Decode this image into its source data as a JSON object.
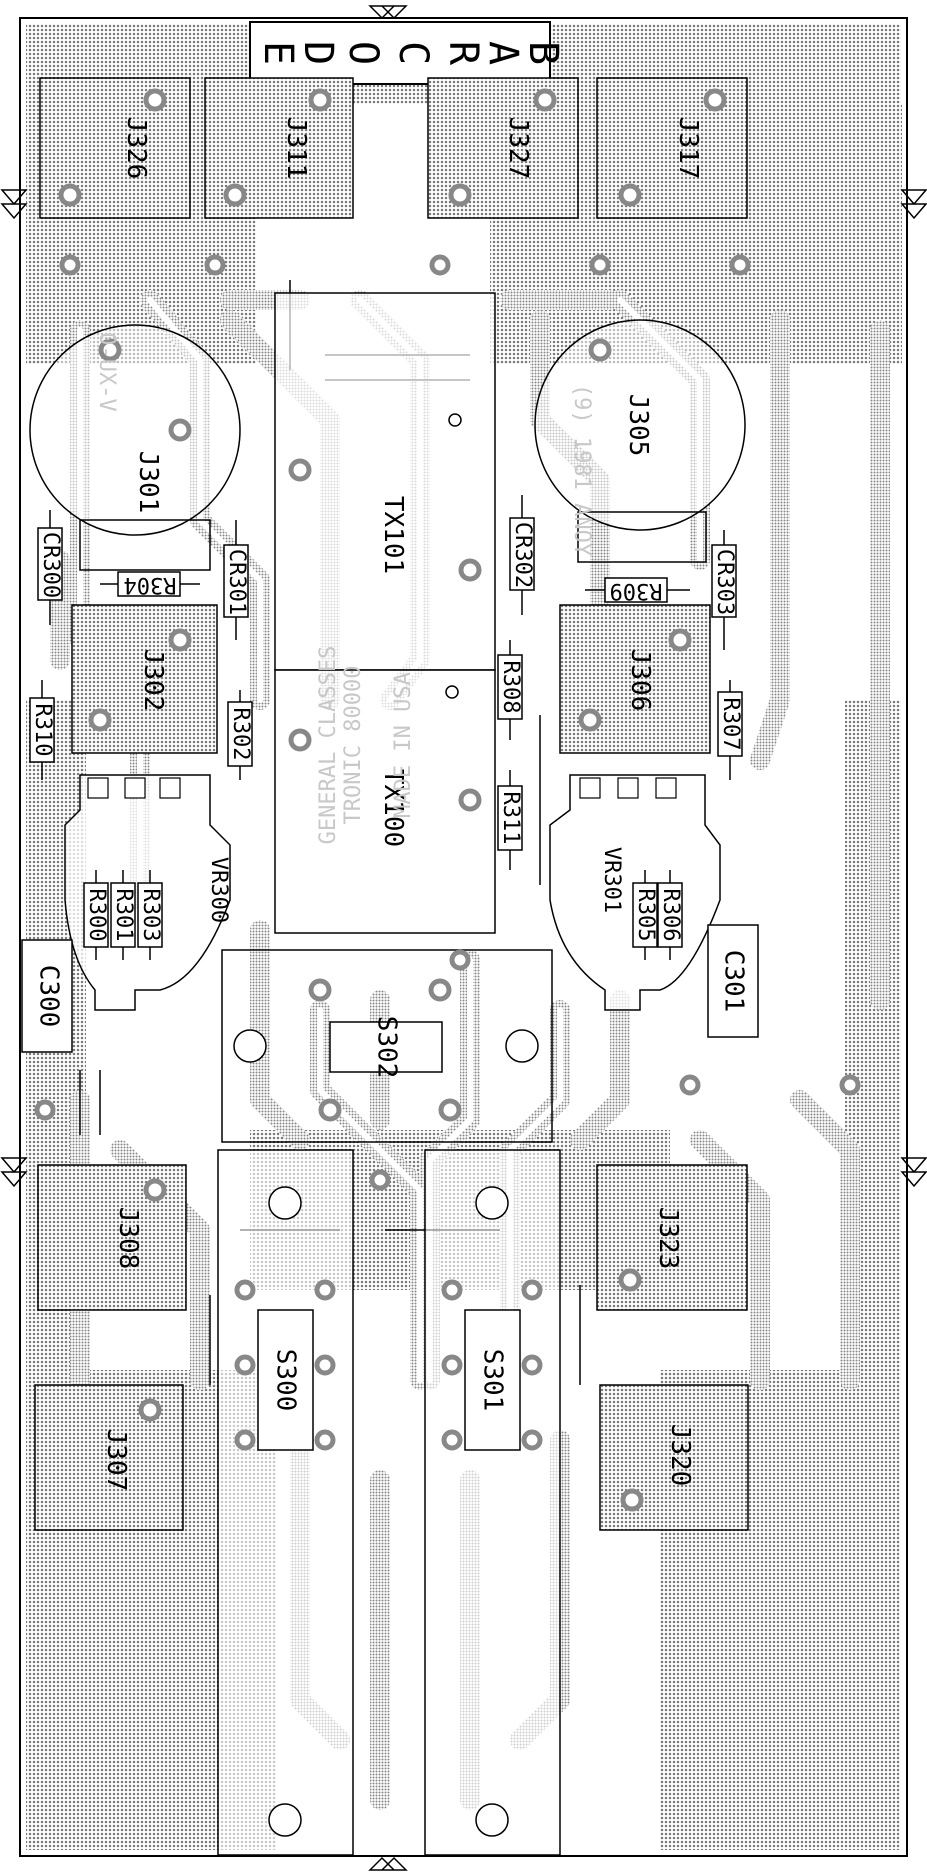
{
  "barcode": [
    "B",
    "A",
    "R",
    "C",
    "O",
    "D",
    "E"
  ],
  "labels": {
    "J326": "J326",
    "J311": "J311",
    "J327": "J327",
    "J317": "J317",
    "J301": "J301",
    "J305": "J305",
    "TX101": "TX101",
    "TX100": "TX100",
    "CR300": "CR300",
    "CR301": "CR301",
    "CR302": "CR302",
    "CR303": "CR303",
    "R304": "R304",
    "R309": "R309",
    "R310": "R310",
    "R302": "R302",
    "R308": "R308",
    "R307": "R307",
    "R311": "R311",
    "J302": "J302",
    "J306": "J306",
    "VR300": "VR300",
    "VR301": "VR301",
    "R300": "R300",
    "R301": "R301",
    "R303": "R303",
    "R305": "R305",
    "R306": "R306",
    "C300": "C300",
    "C301": "C301",
    "S302": "S302",
    "S300": "S300",
    "S301": "S301",
    "J308": "J308",
    "J323": "J323",
    "J307": "J307",
    "J320": "J320"
  },
  "ghost_text": {
    "line1": "0-UX-V",
    "line2": "(9) 1981 ANOY",
    "line3": "GENERAL CLASSES",
    "line4": "TRONIC 80000",
    "line5": "MADE IN USA"
  }
}
